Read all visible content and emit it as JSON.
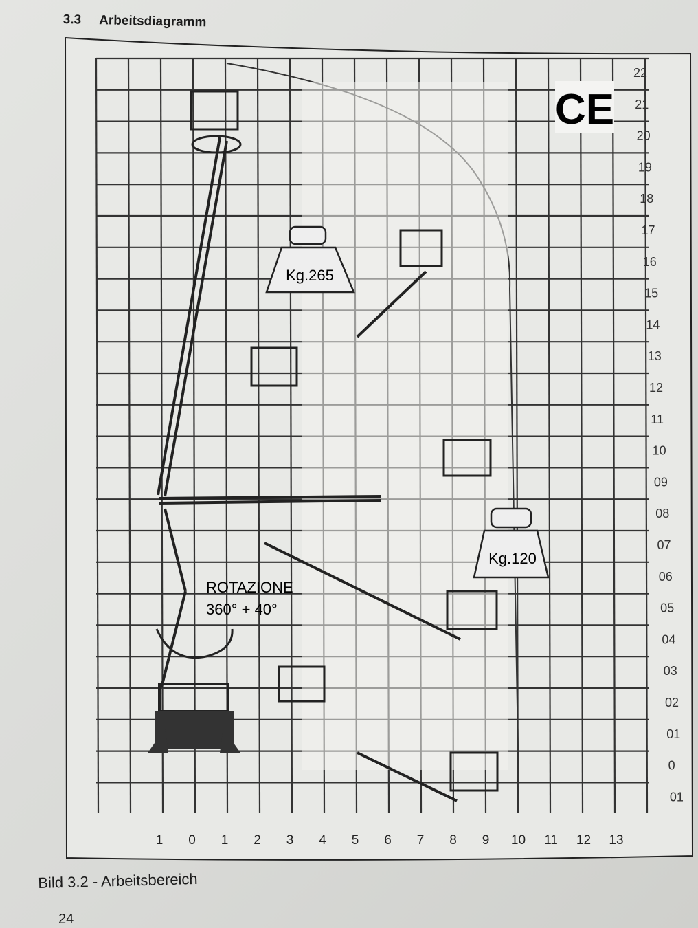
{
  "section": {
    "number": "3.3",
    "title": "Arbeitsdiagramm"
  },
  "diagram": {
    "y_labels": [
      "22",
      "21",
      "20",
      "19",
      "18",
      "17",
      "16",
      "15",
      "14",
      "13",
      "12",
      "11",
      "10",
      "09",
      "08",
      "07",
      "06",
      "05",
      "04",
      "03",
      "02",
      "01",
      "0",
      "01"
    ],
    "x_labels": [
      "1",
      "0",
      "1",
      "2",
      "3",
      "4",
      "5",
      "6",
      "7",
      "8",
      "9",
      "10",
      "11",
      "12",
      "13"
    ],
    "load_high": "Kg.265",
    "load_low": "Kg.120",
    "rotation_label": "ROTAZIONE",
    "rotation_value": "360° + 40°",
    "ce_mark": "CE"
  },
  "caption": "Bild 3.2 - Arbeitsbereich",
  "page_number": "24"
}
